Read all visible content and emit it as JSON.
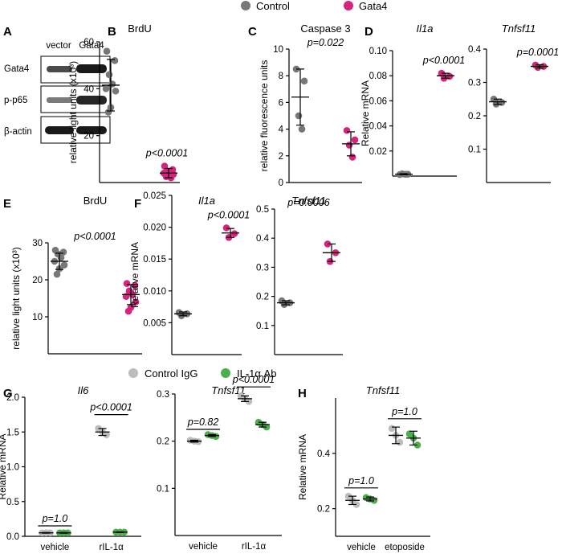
{
  "legends": [
    {
      "items": [
        {
          "label": "Control",
          "color": "#777777"
        },
        {
          "label": "Gata4",
          "color": "#d6247d"
        }
      ]
    },
    {
      "items": [
        {
          "label": "Control IgG",
          "color": "#bdbdbd"
        },
        {
          "label": "IL-1α Ab",
          "color": "#4cae4c"
        }
      ]
    }
  ],
  "blot": {
    "panel": "A",
    "columns": [
      "vector",
      "Gata4"
    ],
    "rows": [
      "Gata4",
      "p-p65",
      "β-actin"
    ]
  },
  "chart_data": [
    {
      "id": "B",
      "panel": "B",
      "type": "scatter",
      "title": "BrdU",
      "title_italic": false,
      "ylabel": "relative light units (x10³)",
      "ylim": [
        0,
        60
      ],
      "yticks": [
        20,
        40,
        60
      ],
      "categories": [
        "",
        ""
      ],
      "groups": [
        {
          "name": "Control",
          "color": "#777777",
          "points": [
            56,
            52,
            46,
            42,
            40,
            39,
            32,
            30
          ],
          "mean": 41.5,
          "sd": 11
        },
        {
          "name": "Gata4",
          "color": "#d6247d",
          "points": [
            7,
            5.5,
            5,
            4.5,
            4,
            3.5,
            3,
            2.5,
            2
          ],
          "mean": 4,
          "sd": 2
        }
      ],
      "pvalues": [
        {
          "text": "p<0.0001",
          "group": 1,
          "line": false
        }
      ]
    },
    {
      "id": "C",
      "panel": "C",
      "type": "scatter",
      "title": "Caspase 3",
      "title_italic": false,
      "ylabel": "relative fluorescence units",
      "ylim": [
        0,
        10
      ],
      "yticks": [
        0,
        2,
        4,
        6,
        8,
        10
      ],
      "categories": [
        "",
        ""
      ],
      "groups": [
        {
          "name": "Control",
          "color": "#777777",
          "points": [
            8.5,
            7.6,
            5,
            4
          ],
          "mean": 6.4,
          "sd": 2.1
        },
        {
          "name": "Gata4",
          "color": "#d6247d",
          "points": [
            3.9,
            3.2,
            2.8,
            1.9
          ],
          "mean": 2.9,
          "sd": 0.9
        }
      ],
      "pvalues": [
        {
          "text": "p=0.022",
          "group": 0.5,
          "line": false
        }
      ]
    },
    {
      "id": "D1",
      "panel": "D",
      "type": "scatter",
      "title": "Il1a",
      "title_italic": true,
      "ylabel": "Relative mRNA",
      "ylim": [
        0,
        0.1
      ],
      "yticks": [
        0.02,
        0.04,
        0.06,
        0.08,
        0.1
      ],
      "categories": [
        "",
        ""
      ],
      "groups": [
        {
          "name": "Control",
          "color": "#777777",
          "points": [
            0.0012,
            0.0015,
            0.0018,
            0.0014
          ],
          "mean": 0.0015,
          "sd": 0.0004
        },
        {
          "name": "Gata4",
          "color": "#d6247d",
          "points": [
            0.082,
            0.0795,
            0.078
          ],
          "mean": 0.08,
          "sd": 0.002
        }
      ],
      "pvalues": [
        {
          "text": "p<0.0001",
          "group": 1,
          "line": false
        }
      ]
    },
    {
      "id": "D2",
      "panel": "",
      "type": "scatter",
      "title": "Tnfsf11",
      "title_italic": true,
      "ylabel": "",
      "ylim": [
        0,
        0.4
      ],
      "yticks": [
        0.1,
        0.2,
        0.3,
        0.4
      ],
      "categories": [
        "",
        ""
      ],
      "groups": [
        {
          "name": "Control",
          "color": "#777777",
          "points": [
            0.25,
            0.24,
            0.235
          ],
          "mean": 0.242,
          "sd": 0.008
        },
        {
          "name": "Gata4",
          "color": "#d6247d",
          "points": [
            0.352,
            0.348,
            0.345
          ],
          "mean": 0.348,
          "sd": 0.005
        }
      ],
      "pvalues": [
        {
          "text": "p=0.0001",
          "group": 1,
          "line": false
        }
      ]
    },
    {
      "id": "E",
      "panel": "E",
      "type": "scatter",
      "title": "BrdU",
      "title_italic": false,
      "ylabel": "relative light units (x10³)",
      "ylim": [
        0,
        30
      ],
      "yticks": [
        10,
        20,
        30
      ],
      "categories": [
        "",
        ""
      ],
      "groups": [
        {
          "name": "Control",
          "color": "#777777",
          "points": [
            28,
            27.5,
            27,
            26,
            25,
            24,
            23,
            21.5
          ],
          "mean": 25,
          "sd": 2.2
        },
        {
          "name": "Gata4",
          "color": "#d6247d",
          "points": [
            19,
            18.5,
            17,
            16,
            15.5,
            14,
            12.5,
            11.5
          ],
          "mean": 16,
          "sd": 2.7
        }
      ],
      "pvalues": [
        {
          "text": "p<0.0001",
          "group": 0.5,
          "line": false
        }
      ]
    },
    {
      "id": "F1",
      "panel": "F",
      "type": "scatter",
      "title": "Il1a",
      "title_italic": true,
      "ylabel": "Relative mRNA",
      "ylim": [
        0,
        0.025
      ],
      "yticks": [
        0.005,
        0.01,
        0.015,
        0.02,
        0.025
      ],
      "categories": [
        "",
        ""
      ],
      "groups": [
        {
          "name": "Control",
          "color": "#777777",
          "points": [
            0.0066,
            0.0064,
            0.0061
          ],
          "mean": 0.0064,
          "sd": 0.0003
        },
        {
          "name": "Gata4",
          "color": "#d6247d",
          "points": [
            0.0199,
            0.019,
            0.0184
          ],
          "mean": 0.0191,
          "sd": 0.0007
        }
      ],
      "pvalues": [
        {
          "text": "p<0.0001",
          "group": 1,
          "line": false
        }
      ]
    },
    {
      "id": "F2",
      "panel": "",
      "type": "scatter",
      "title": "Tnfsf11",
      "title_italic": true,
      "ylabel": "",
      "ylim": [
        0,
        0.5
      ],
      "yticks": [
        0.1,
        0.2,
        0.3,
        0.4,
        0.5
      ],
      "categories": [
        "",
        ""
      ],
      "groups": [
        {
          "name": "Control",
          "color": "#777777",
          "points": [
            0.185,
            0.178,
            0.172
          ],
          "mean": 0.178,
          "sd": 0.007
        },
        {
          "name": "Gata4",
          "color": "#d6247d",
          "points": [
            0.38,
            0.35,
            0.32
          ],
          "mean": 0.35,
          "sd": 0.03
        }
      ],
      "pvalues": [
        {
          "text": "p=0.0006",
          "group": 0.5,
          "line": false
        }
      ]
    },
    {
      "id": "G1",
      "panel": "G",
      "type": "scatter",
      "title": "Il6",
      "title_italic": true,
      "ylabel": "Relative mRNA",
      "ylim": [
        0,
        2
      ],
      "yticks": [
        0,
        0.5,
        1.0,
        1.5,
        2.0
      ],
      "categories": [
        "vehicle",
        "rIL-1α"
      ],
      "groups": [
        {
          "name": "Control IgG",
          "color": "#bdbdbd",
          "cat": 0,
          "points": [
            0.05,
            0.05,
            0.05
          ],
          "mean": 0.05,
          "sd": 0.005
        },
        {
          "name": "IL-1α Ab",
          "color": "#4cae4c",
          "cat": 0,
          "points": [
            0.05,
            0.05,
            0.05
          ],
          "mean": 0.05,
          "sd": 0.005
        },
        {
          "name": "Control IgG",
          "color": "#bdbdbd",
          "cat": 1,
          "points": [
            1.55,
            1.5,
            1.46
          ],
          "mean": 1.5,
          "sd": 0.05
        },
        {
          "name": "IL-1α Ab",
          "color": "#4cae4c",
          "cat": 1,
          "points": [
            0.06,
            0.06,
            0.06
          ],
          "mean": 0.06,
          "sd": 0.005
        }
      ],
      "pvalues": [
        {
          "text": "p=1.0",
          "cat": 0,
          "y": 0.15,
          "line": true
        },
        {
          "text": "p<0.0001",
          "cat": 1,
          "y": 1.75,
          "line": true
        }
      ]
    },
    {
      "id": "G2",
      "panel": "",
      "type": "scatter",
      "title": "Tnfsf11",
      "title_italic": true,
      "ylabel": "",
      "ylim": [
        0,
        0.3
      ],
      "yticks": [
        0.1,
        0.2,
        0.3
      ],
      "categories": [
        "vehicle",
        "rIL-1α"
      ],
      "groups": [
        {
          "name": "Control IgG",
          "color": "#bdbdbd",
          "cat": 0,
          "points": [
            0.202,
            0.2,
            0.199
          ],
          "mean": 0.2,
          "sd": 0.002
        },
        {
          "name": "IL-1α Ab",
          "color": "#4cae4c",
          "cat": 0,
          "points": [
            0.214,
            0.212,
            0.21
          ],
          "mean": 0.212,
          "sd": 0.002
        },
        {
          "name": "Control IgG",
          "color": "#bdbdbd",
          "cat": 1,
          "points": [
            0.296,
            0.29,
            0.284
          ],
          "mean": 0.29,
          "sd": 0.006
        },
        {
          "name": "IL-1α Ab",
          "color": "#4cae4c",
          "cat": 1,
          "points": [
            0.24,
            0.235,
            0.23
          ],
          "mean": 0.235,
          "sd": 0.005
        }
      ],
      "pvalues": [
        {
          "text": "p=0.82",
          "cat": 0,
          "y": 0.225,
          "line": true
        },
        {
          "text": "p<0.0001",
          "cat": 1,
          "y": 0.315,
          "line": true
        }
      ]
    },
    {
      "id": "H",
      "panel": "H",
      "type": "scatter",
      "title": "Tnfsf11",
      "title_italic": true,
      "ylabel": "Relative mRNA",
      "ylim": [
        0.1,
        0.6
      ],
      "yticks": [
        0.2,
        0.4
      ],
      "categories": [
        "vehicle",
        "etoposide"
      ],
      "groups": [
        {
          "name": "Control IgG",
          "color": "#bdbdbd",
          "cat": 0,
          "points": [
            0.245,
            0.23,
            0.215
          ],
          "mean": 0.23,
          "sd": 0.015
        },
        {
          "name": "IL-1α Ab",
          "color": "#4cae4c",
          "cat": 0,
          "points": [
            0.24,
            0.235,
            0.23
          ],
          "mean": 0.235,
          "sd": 0.007
        },
        {
          "name": "Control IgG",
          "color": "#bdbdbd",
          "cat": 1,
          "points": [
            0.49,
            0.465,
            0.44
          ],
          "mean": 0.465,
          "sd": 0.03
        },
        {
          "name": "IL-1α Ab",
          "color": "#4cae4c",
          "cat": 1,
          "points": [
            0.47,
            0.455,
            0.43
          ],
          "mean": 0.455,
          "sd": 0.025
        }
      ],
      "pvalues": [
        {
          "text": "p=1.0",
          "cat": 0,
          "y": 0.275,
          "line": true
        },
        {
          "text": "p=1.0",
          "cat": 1,
          "y": 0.525,
          "line": true
        }
      ]
    }
  ]
}
